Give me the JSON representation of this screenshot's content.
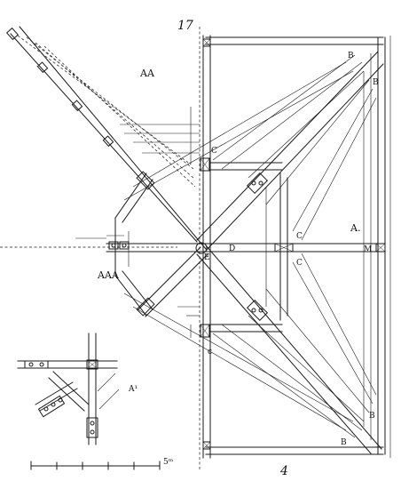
{
  "plate": {
    "page_number": "17",
    "bottom_mark": "4",
    "scale_label": "5ᵐ",
    "labels": {
      "AA": "AA",
      "AAA": "AAA",
      "A": "A.",
      "A1": "A¹",
      "B": "B",
      "C": "C",
      "c": "c",
      "D": "D",
      "E": "E",
      "M": "M"
    }
  }
}
